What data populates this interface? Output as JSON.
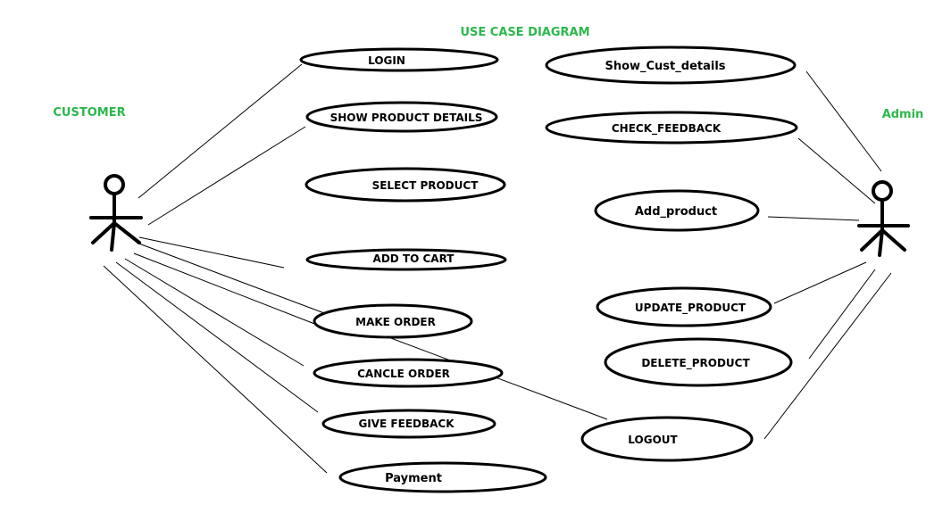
{
  "title": "USE CASE DIAGRAM",
  "actors": {
    "customer": "CUSTOMER",
    "admin": "Admin"
  },
  "customer_use_cases": [
    "LOGIN",
    "SHOW PRODUCT DETAILS",
    "SELECT PRODUCT",
    "ADD TO CART",
    "MAKE ORDER",
    "CANCLE ORDER",
    "GIVE FEEDBACK",
    "Payment"
  ],
  "admin_use_cases": [
    "Show_Cust_details",
    "CHECK_FEEDBACK",
    "Add_product",
    "UPDATE_PRODUCT",
    "DELETE_PRODUCT",
    "LOGOUT"
  ],
  "colors": {
    "heading": "#2db84b",
    "stroke": "#000000"
  }
}
